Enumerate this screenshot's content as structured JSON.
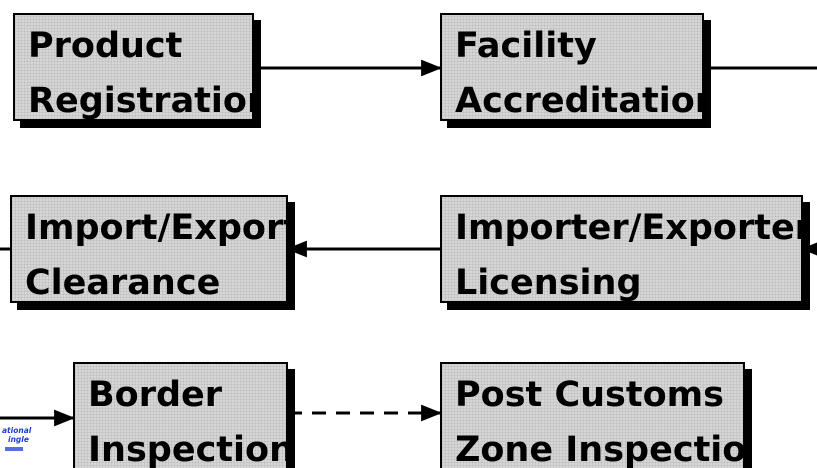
{
  "diagram": {
    "nodes": [
      {
        "id": "product-registration",
        "lines": [
          "Product",
          "Registration"
        ]
      },
      {
        "id": "facility-accreditation",
        "lines": [
          "Facility",
          "Accreditation"
        ]
      },
      {
        "id": "import-export-clearance",
        "lines": [
          "Import/Export",
          "Clearance"
        ]
      },
      {
        "id": "importer-exporter-licensing",
        "lines": [
          "Importer/Exporter",
          "Licensing"
        ]
      },
      {
        "id": "border-inspection",
        "lines": [
          "Border",
          "Inspection"
        ]
      },
      {
        "id": "post-customs-zone-inspection",
        "lines": [
          "Post Customs",
          "Zone Inspection"
        ]
      }
    ],
    "edges": [
      {
        "from": "product-registration",
        "to": "facility-accreditation",
        "style": "solid"
      },
      {
        "from": "facility-accreditation",
        "to": "importer-exporter-licensing",
        "style": "solid"
      },
      {
        "from": "importer-exporter-licensing",
        "to": "import-export-clearance",
        "style": "solid"
      },
      {
        "from": "import-export-clearance",
        "to": "border-inspection",
        "style": "solid"
      },
      {
        "from": "border-inspection",
        "to": "post-customs-zone-inspection",
        "style": "dashed"
      }
    ],
    "logo": {
      "lines": [
        "ational",
        "ingle"
      ],
      "color": "#1f3fd0"
    }
  },
  "colors": {
    "box_fill": "#d6d6d6",
    "box_border": "#000000",
    "connector": "#000000"
  }
}
